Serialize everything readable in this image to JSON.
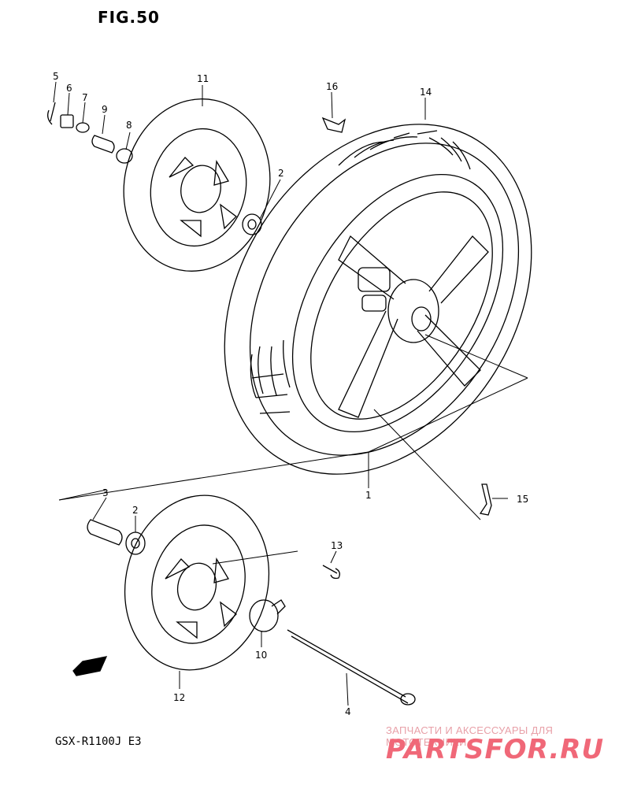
{
  "figure": {
    "title": "FIG.50",
    "model": "GSX-R1100J E3"
  },
  "fwd_label": "FWD",
  "parts": [
    {
      "number": "1"
    },
    {
      "number": "2"
    },
    {
      "number": "2"
    },
    {
      "number": "3"
    },
    {
      "number": "4"
    },
    {
      "number": "5"
    },
    {
      "number": "6"
    },
    {
      "number": "7"
    },
    {
      "number": "8"
    },
    {
      "number": "9"
    },
    {
      "number": "10"
    },
    {
      "number": "11"
    },
    {
      "number": "12"
    },
    {
      "number": "13"
    },
    {
      "number": "14"
    },
    {
      "number": "15"
    },
    {
      "number": "16"
    }
  ],
  "watermark": {
    "tagline": "ЗАПЧАСТИ И АКСЕССУАРЫ ДЛЯ МОТОТЕХНИКИ",
    "brand": "PARTSFOR.RU",
    "brand_color": "#f06878"
  }
}
